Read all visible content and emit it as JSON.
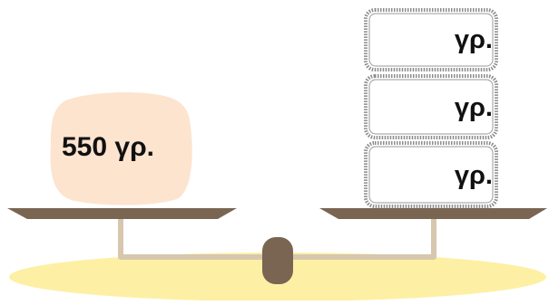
{
  "left_pan": {
    "weight_label": "550 γρ."
  },
  "right_pan": {
    "boxes": [
      {
        "label": "γρ.",
        "value": ""
      },
      {
        "label": "γρ.",
        "value": ""
      },
      {
        "label": "γρ.",
        "value": ""
      }
    ]
  },
  "colors": {
    "ground": "#fdf0a4",
    "pan": "#7a6552",
    "beam": "#d6c7ae",
    "fulcrum": "#7a6552",
    "weight_blob": "#fde4cf",
    "box_border": "#8c8c8c"
  }
}
